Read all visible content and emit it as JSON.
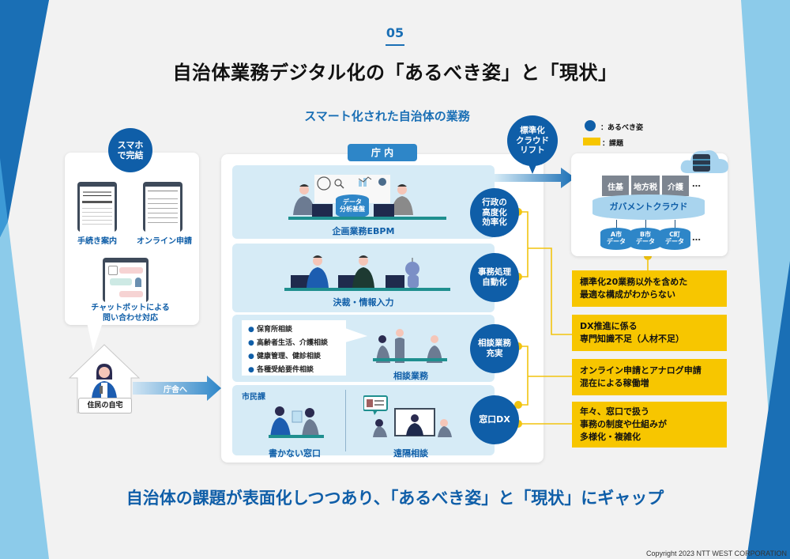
{
  "slide_number": "05",
  "title": "自治体業務デジタル化の「あるべき姿」と「現状」",
  "subtitle": "スマート化された自治体の業務",
  "legend": {
    "ideal_label": "：あるべき姿",
    "issue_label": "：課題"
  },
  "smartphone": {
    "badge": "スマホ\nで完結",
    "items": [
      "手続き案内",
      "オンライン申請",
      "チャットボットによる\n問い合わせ対応"
    ]
  },
  "home": {
    "label": "住民の自宅",
    "arrow_label": "庁舎へ"
  },
  "office": {
    "header": "庁 内",
    "panels": [
      {
        "label": "企画業務EBPM",
        "sublabel": "データ\n分析基盤"
      },
      {
        "label": "決裁・情報入力"
      },
      {
        "label": "相談業務",
        "list": [
          "保育所相談",
          "高齢者生活、介護相談",
          "健康管理、健診相談",
          "各種受給要件相談"
        ]
      },
      {
        "section": "市民課",
        "left_label": "書かない窓口",
        "right_label": "遠隔相談"
      }
    ]
  },
  "ideal_circles": [
    "標準化\nクラウド\nリフト",
    "行政の\n高度化\n効率化",
    "事務処理\n自動化",
    "相談業務\n充実",
    "窓口DX"
  ],
  "cloud": {
    "services": [
      "住基",
      "地方税",
      "介護"
    ],
    "ellipsis": "…",
    "platform": "ガバメントクラウド",
    "databases": [
      "A市\nデータ",
      "B市\nデータ",
      "C町\nデータ"
    ]
  },
  "issues": [
    "標準化20業務以外を含めた\n最適な構成がわからない",
    "DX推進に係る\n専門知識不足（人材不足）",
    "オンライン申請とアナログ申請\n混在による稼働増",
    "年々、窓口で扱う\n事務の制度や仕組みが\n多様化・複雑化"
  ],
  "conclusion": "自治体の課題が表面化しつつあり、「あるべき姿」と「現状」にギャップ",
  "copyright": "Copyright 2023 NTT WEST CORPORATION",
  "colors": {
    "primary_blue": "#0f5ea8",
    "light_blue": "#d6ebf6",
    "issue_yellow": "#f7c600",
    "background": "#f2f2f2"
  }
}
